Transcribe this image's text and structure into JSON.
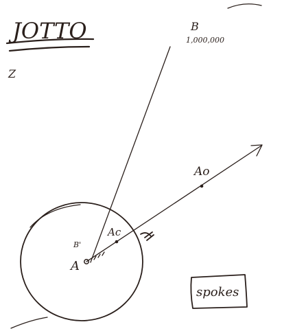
{
  "title": "JOTTO",
  "title_mark": "Z",
  "point_b": {
    "label": "B",
    "value": "1,000,000"
  },
  "labels": {
    "a_origin": "A",
    "b_prime": "B'",
    "a_c": "Ac",
    "a_o": "Ao"
  },
  "spokes_label": "spokes"
}
